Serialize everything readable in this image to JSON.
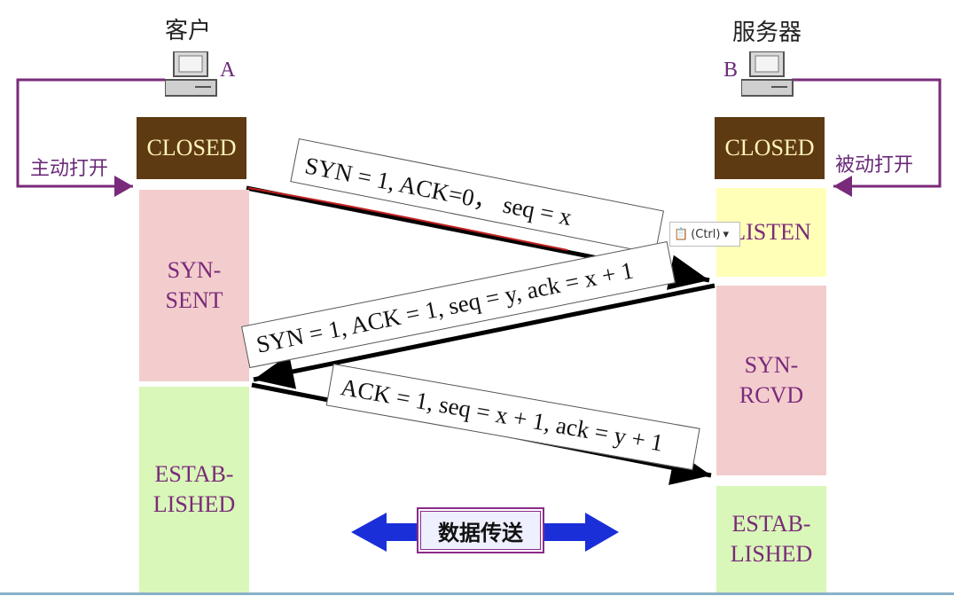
{
  "client": {
    "title": "客户",
    "letter": "A",
    "open_label": "主动打开"
  },
  "server": {
    "title": "服务器",
    "letter": "B",
    "open_label": "被动打开"
  },
  "client_states": [
    "CLOSED",
    "SYN-\nSENT",
    "ESTAB-\nLISHED"
  ],
  "server_states": [
    "CLOSED",
    "LISTEN",
    "SYN-\nRCVD",
    "ESTAB-\nLISHED"
  ],
  "messages": [
    "SYN = 1, ACK=0， seq = x",
    "SYN = 1, ACK = 1, seq = y, ack = x + 1",
    "ACK = 1, seq = x + 1, ack = y + 1"
  ],
  "data_transfer": "数据传送",
  "paste_tag": "(Ctrl)",
  "colors": {
    "closed_bg": "#5e3a12",
    "closed_text": "#fff4b8",
    "sent_bg": "#f3cdcd",
    "listen_bg": "#ffffb8",
    "established_bg": "#d9f7b8",
    "loop_line": "#7a2a7a",
    "data_arrow": "#1a2fd8"
  }
}
